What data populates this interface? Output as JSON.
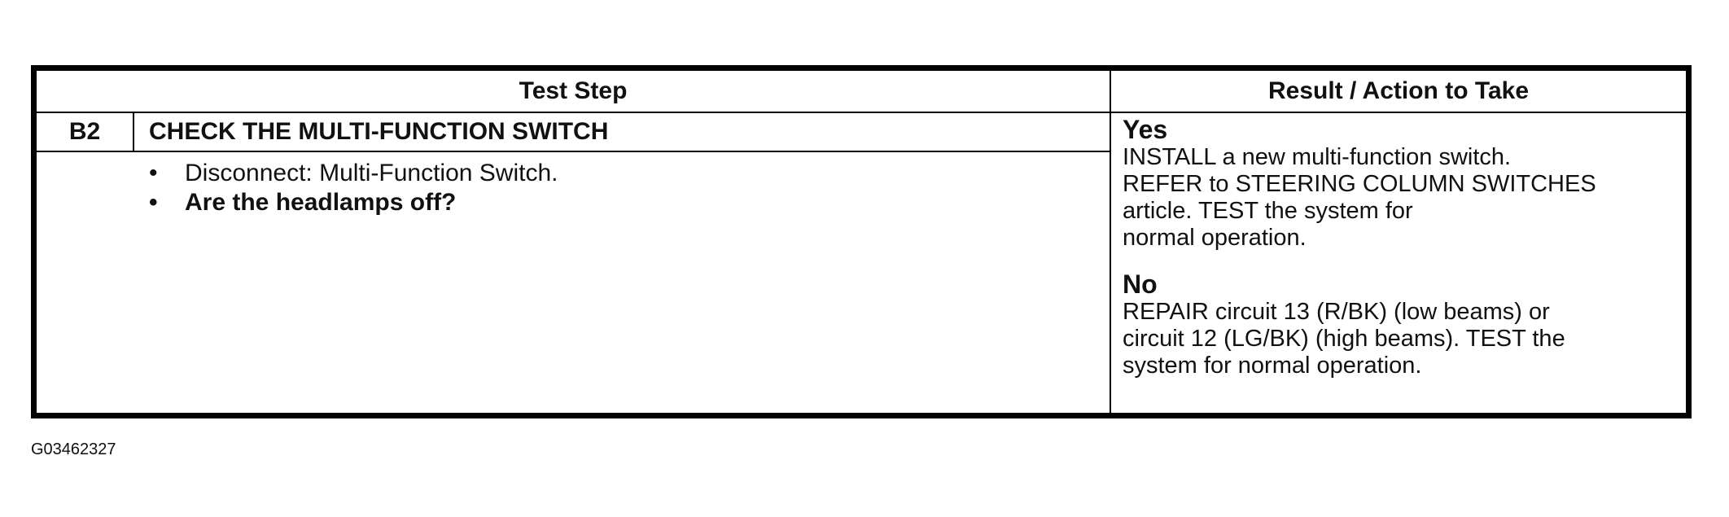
{
  "table": {
    "header": {
      "test_step": "Test Step",
      "result_action": "Result / Action to Take"
    },
    "step": {
      "id": "B2",
      "title": "CHECK THE MULTI-FUNCTION SWITCH",
      "bullets": [
        {
          "text": "Disconnect: Multi-Function Switch.",
          "bold": false
        },
        {
          "text": "Are the headlamps off?",
          "bold": true
        }
      ],
      "bullet_glyph": "•"
    },
    "results": {
      "yes": {
        "label": "Yes",
        "text": "INSTALL a new multi-function switch.\nREFER to STEERING COLUMN SWITCHES\narticle. TEST the system for\nnormal operation."
      },
      "no": {
        "label": "No",
        "text": "REPAIR circuit 13 (R/BK) (low beams) or\ncircuit 12 (LG/BK) (high beams). TEST the\nsystem for normal operation."
      }
    }
  },
  "figure_id": "G03462327"
}
